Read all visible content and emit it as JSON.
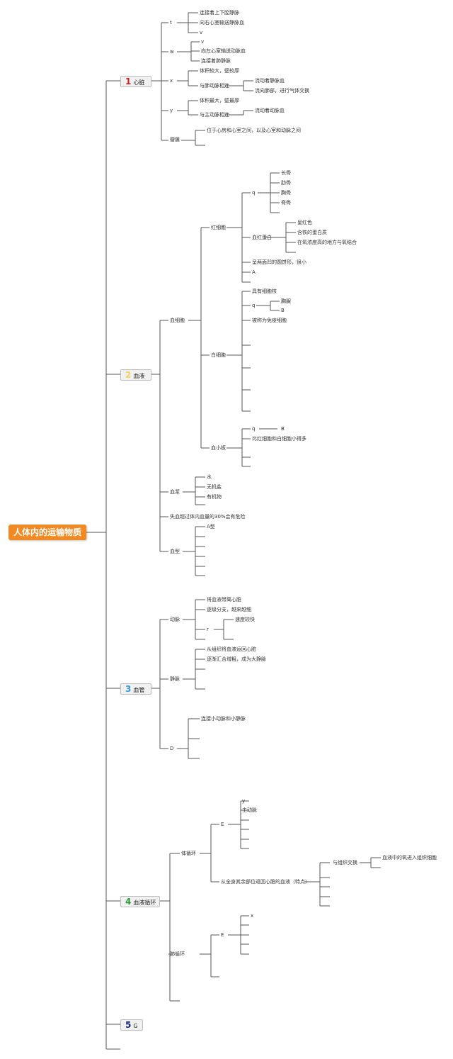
{
  "root": {
    "label": "人体内的运输物质"
  },
  "branches": [
    {
      "num": "1",
      "label": "心脏",
      "color": "#d32020"
    },
    {
      "num": "2",
      "label": "血液",
      "color": "#f5d35c"
    },
    {
      "num": "3",
      "label": "血管",
      "color": "#3a9ad9"
    },
    {
      "num": "4",
      "label": "血液循环",
      "color": "#2a9a3a"
    },
    {
      "num": "5",
      "label": "G",
      "color": "#1a2a7a"
    }
  ],
  "heart": {
    "t": "t",
    "t_items": [
      "连接着上下腔静脉",
      "向右心室输送静脉血",
      "v"
    ],
    "w": "w",
    "w_items": [
      "v",
      "向左心室输送动脉血",
      "连接着肺静脉"
    ],
    "x": "x",
    "x_items": [
      "体积较大，壁较厚",
      "与肺动脉相连"
    ],
    "x_sub": [
      "流动着静脉血",
      "流向肺部，进行气体交换"
    ],
    "y": "y",
    "y_items": [
      "体积最大，壁最厚",
      "与主动脉相连"
    ],
    "y_sub": [
      "流动着动脉血"
    ],
    "valve": "瓣膜",
    "valve_items": [
      "位于心房和心室之间，以及心室和动脉之间"
    ]
  },
  "blood": {
    "cells": "血细胞",
    "rbc": "红细胞",
    "q": "q",
    "bones": [
      "长骨",
      "肋骨",
      "胸骨",
      "脊骨"
    ],
    "hemoglobin": "血红蛋白",
    "hb_items": [
      "呈红色",
      "含铁的蛋白质",
      "在氧浓度高的地方与氧结合"
    ],
    "rbc_items": [
      "呈两面凹的圆饼形，很小",
      "A"
    ],
    "wbc": "白细胞",
    "wbc_items": [
      "具有细胞核",
      "q",
      "被称为免疫细胞"
    ],
    "wbc_q_items": [
      "胸腺",
      "B"
    ],
    "platelet": "血小板",
    "pl_q": "q",
    "pl_q_b": "B",
    "pl_items": [
      "比红细胞和白细胞小得多"
    ],
    "plasma": "血浆",
    "plasma_items": [
      "水",
      "无机盐",
      "有机物"
    ],
    "loss": "失血超过体内血量的30%会有危险",
    "type": "血型",
    "type_items": [
      "A型"
    ]
  },
  "vessels": {
    "artery": "动脉",
    "artery_items": [
      "将血液带离心脏",
      "逐级分支，越来越细",
      "r"
    ],
    "r_items": [
      "速度较快"
    ],
    "vein": "静脉",
    "vein_items": [
      "从组织将血液运回心脏",
      "逐渐汇合增粗，成为大静脉"
    ],
    "d": "D",
    "d_items": [
      "连接小动脉和小静脉"
    ]
  },
  "circulation": {
    "systemic": "体循环",
    "e1": "E",
    "e1_items": [
      "y",
      "主动脉"
    ],
    "return": "从全身其余部位返回心脏的血液（特点）",
    "exchange": "与组织交换",
    "exchange_items": [
      "血液中的氧进入组织细胞"
    ],
    "pulmonary": "肺循环",
    "e2": "E",
    "e2_items": [
      "x"
    ]
  }
}
